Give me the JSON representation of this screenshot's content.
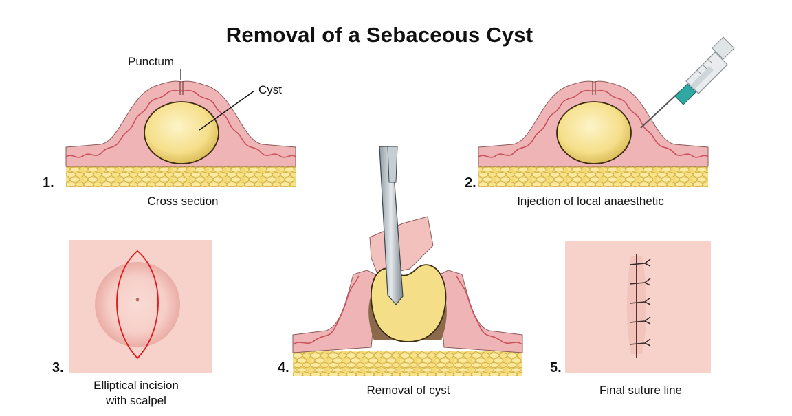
{
  "title": "Removal of a Sebaceous Cyst",
  "labels": {
    "punctum": "Punctum",
    "cyst": "Cyst"
  },
  "steps": [
    {
      "number": "1.",
      "caption": "Cross section"
    },
    {
      "number": "2.",
      "caption": "Injection of local anaesthetic"
    },
    {
      "number": "3.",
      "caption": "Elliptical incision\nwith scalpel"
    },
    {
      "number": "4.",
      "caption": "Removal of cyst"
    },
    {
      "number": "5.",
      "caption": "Final suture line"
    }
  ],
  "colors": {
    "skin_pink": "#efb4b6",
    "dermis_line": "#c9525c",
    "fat_yellow": "#f3d972",
    "cyst_yellow": "#f7e59b",
    "skin_surface": "#f6ccc4",
    "incision_red": "#e3161b",
    "syringe_teal": "#2fa7a3"
  }
}
